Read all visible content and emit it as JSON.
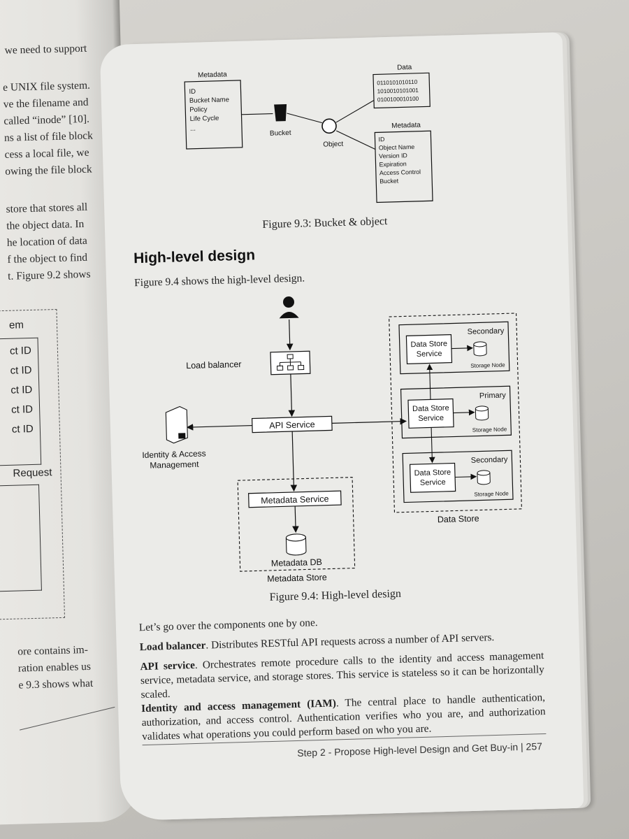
{
  "left_page": {
    "lines": [
      "we need to support",
      "e UNIX file system.",
      "ve the filename and",
      "called “inode” [10].",
      "ns a list of file block",
      "cess a local file, we",
      "owing the file block",
      "store that stores all",
      "the object data. In",
      "he location of data",
      "f the object to find",
      "t. Figure 9.2 shows"
    ],
    "box_label": "em",
    "cells": [
      "ct ID",
      "ct ID",
      "ct ID",
      "ct ID",
      "ct ID"
    ],
    "request_label": "Request",
    "bottom_lines": [
      "ore contains im-",
      "ration enables us",
      "e 9.3 shows what"
    ]
  },
  "figure_9_3": {
    "metadata_title": "Metadata",
    "metadata_fields": [
      "ID",
      "Bucket Name",
      "Policy",
      "Life Cycle",
      "..."
    ],
    "bucket_label": "Bucket",
    "object_label": "Object",
    "data_title": "Data",
    "data_bits": [
      "0110101010110",
      "1010010101001",
      "0100100010100"
    ],
    "object_metadata_title": "Metadata",
    "object_metadata_fields": [
      "ID",
      "Object Name",
      "Version ID",
      "Expiration",
      "Access Control",
      "Bucket"
    ],
    "caption": "Figure 9.3: Bucket & object"
  },
  "section": {
    "heading": "High-level design",
    "intro": "Figure 9.4 shows the high-level design."
  },
  "figure_9_4": {
    "load_balancer": "Load balancer",
    "api_service": "API Service",
    "iam_label_1": "Identity & Access",
    "iam_label_2": "Management",
    "metadata_service": "Metadata Service",
    "metadata_db": "Metadata DB",
    "metadata_store": "Metadata Store",
    "data_store": "Data Store",
    "nodes": [
      {
        "role": "Secondary",
        "service_1": "Data Store",
        "service_2": "Service",
        "node": "Storage Node"
      },
      {
        "role": "Primary",
        "service_1": "Data Store",
        "service_2": "Service",
        "node": "Storage Node"
      },
      {
        "role": "Secondary",
        "service_1": "Data Store",
        "service_2": "Service",
        "node": "Storage Node"
      }
    ],
    "caption": "Figure 9.4: High-level design"
  },
  "body": {
    "p1": "Let’s go over the components one by one.",
    "p2_term": "Load balancer",
    "p2_text": ". Distributes RESTful API requests across a number of API servers.",
    "p3_term": "API service",
    "p3_text": ".  Orchestrates remote procedure calls to the identity and access management service, metadata service, and storage stores. This service is stateless so it can be horizontally scaled.",
    "p4_term": "Identity and access management (IAM)",
    "p4_text": ". The central place to handle authentication, authorization, and access control. Authentication verifies who you are, and authorization validates what operations you could perform based on who you are."
  },
  "footer": {
    "chapter": "Step 2 - Propose High-level Design and Get Buy-in",
    "separator": "|",
    "page_number": "257"
  }
}
